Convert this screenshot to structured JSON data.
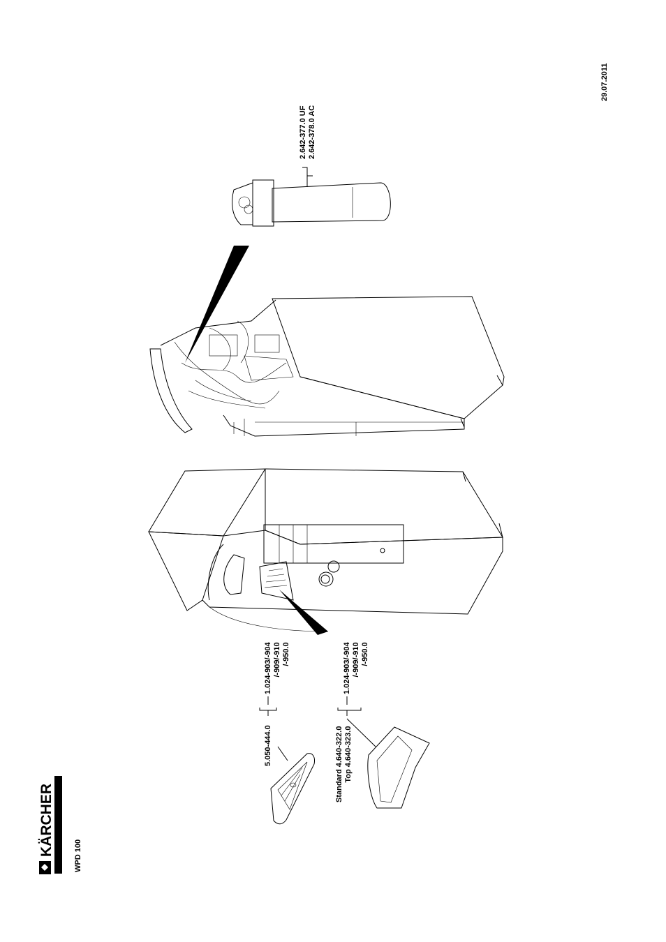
{
  "header": {
    "brand": "KÄRCHER",
    "model": "WPD 100",
    "date": "29.07.2011"
  },
  "callouts": {
    "filter": [
      "2.642-377.0 UF",
      "2.642-378.0 AC"
    ],
    "grid_part": "5.050-444.0",
    "grid_models": [
      "1.024-903/-904",
      "/-909/-910",
      "/-950.0"
    ],
    "tray_parts": [
      "Standard 4.640-322.0",
      "Top 4.640-323.0"
    ],
    "tray_models": [
      "1.024-903/-904",
      "/-909/-910",
      "/-950.0"
    ]
  }
}
